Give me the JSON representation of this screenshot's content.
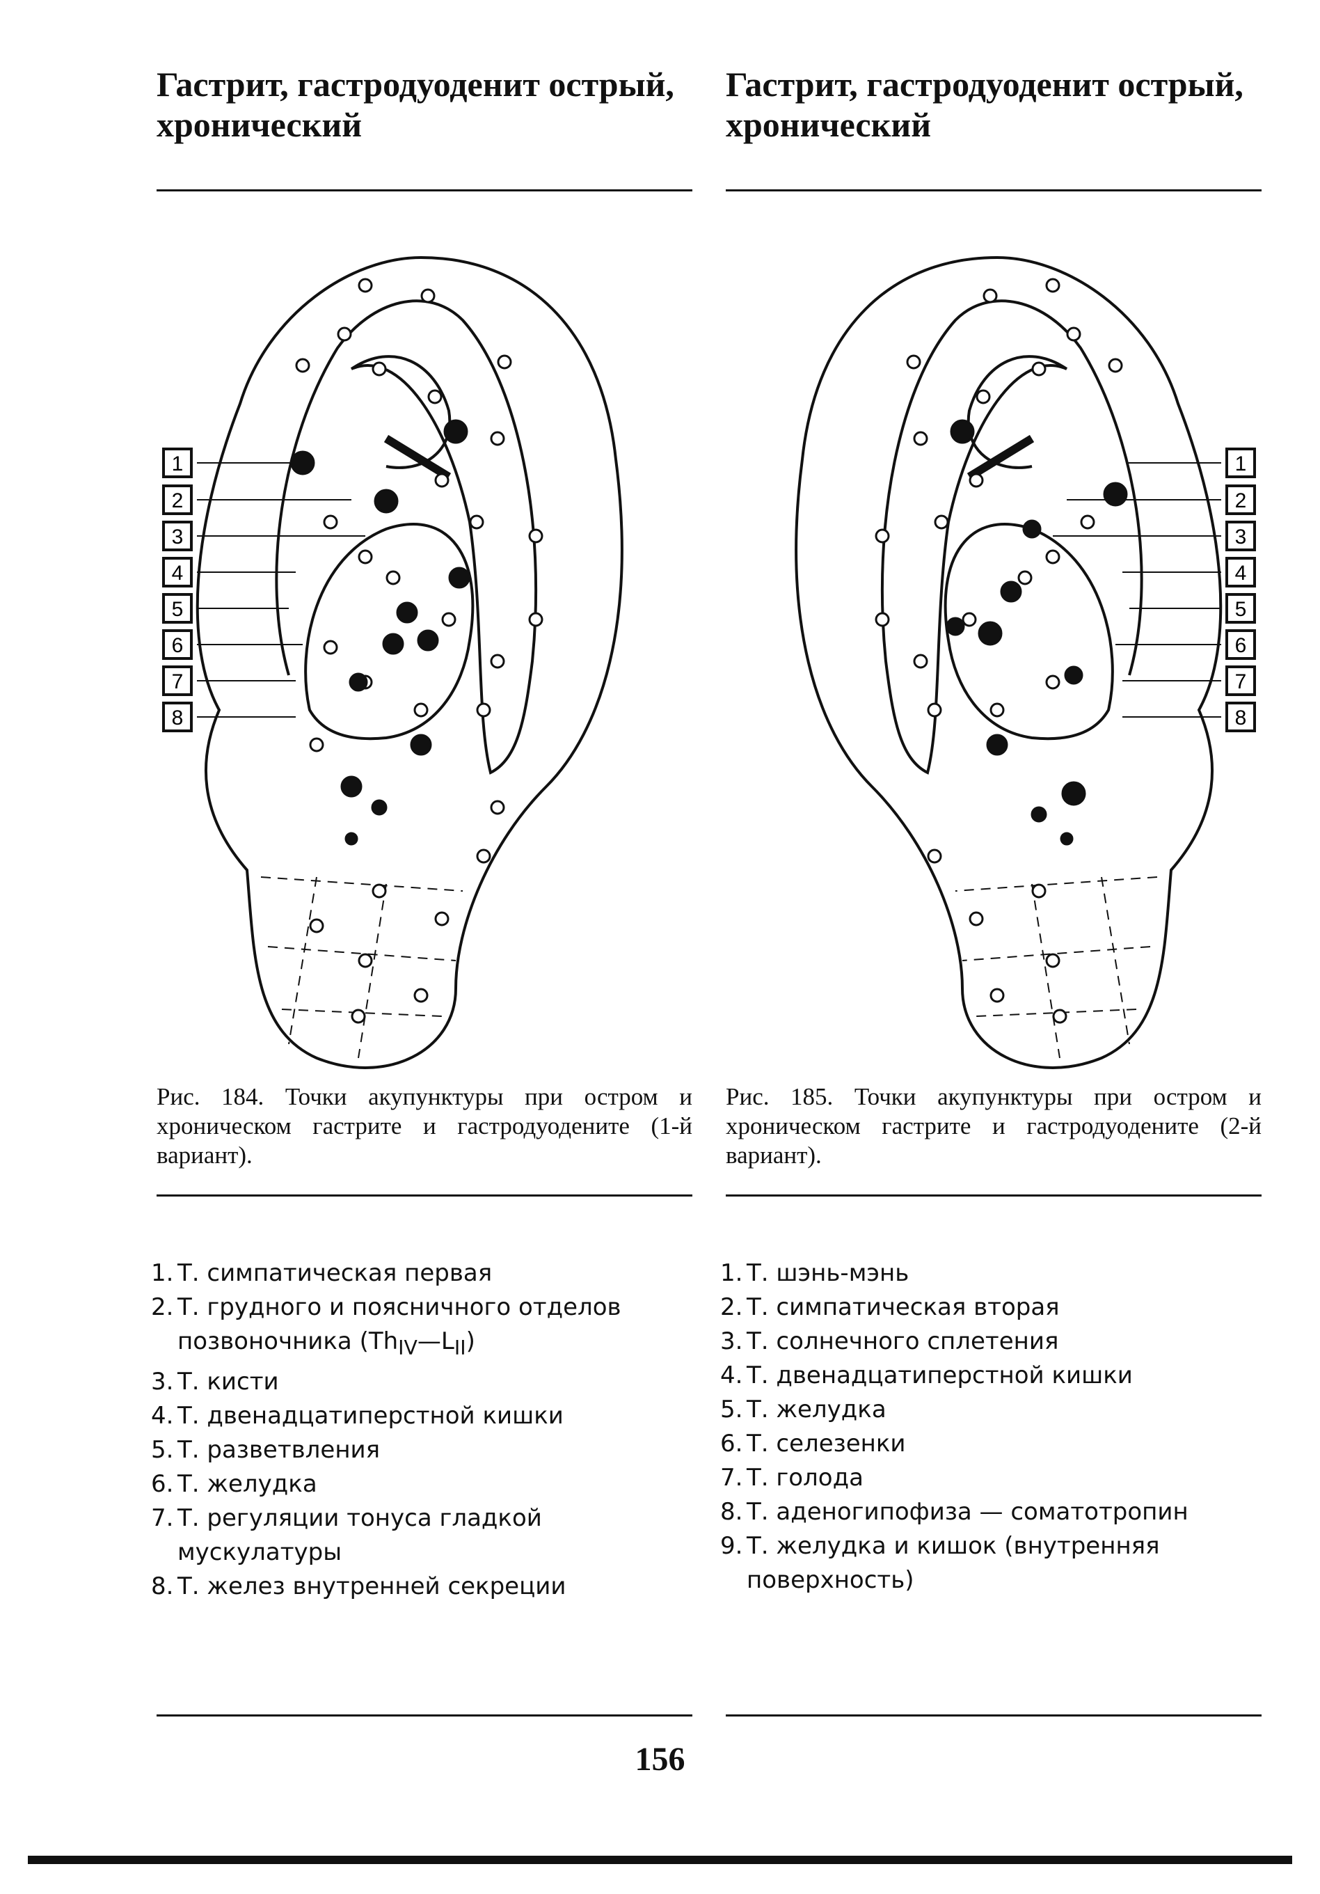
{
  "left": {
    "heading": "Гастрит, гастродуоденит острый, хронический",
    "figure_label": "Рис. 184.",
    "caption": "Точки акупунктуры при остром и хроническом гастрите и гастродуодените (1-й вариант).",
    "markers": [
      "1",
      "2",
      "3",
      "4",
      "5",
      "6",
      "7",
      "8"
    ],
    "legend": [
      {
        "num": "1.",
        "text": "Т. симпатическая первая"
      },
      {
        "num": "2.",
        "text": "Т. грудного и поясничного отделов позвоночника (Th",
        "sub1": "IV",
        "mid": "—L",
        "sub2": "II",
        "end": ")"
      },
      {
        "num": "3.",
        "text": "Т. кисти"
      },
      {
        "num": "4.",
        "text": "Т. двенадцатиперстной кишки"
      },
      {
        "num": "5.",
        "text": "Т. разветвления"
      },
      {
        "num": "6.",
        "text": "Т. желудка"
      },
      {
        "num": "7.",
        "text": "Т. регуляции тонуса гладкой мускулатуры"
      },
      {
        "num": "8.",
        "text": "Т. желез внутренней секреции"
      }
    ]
  },
  "right": {
    "heading": "Гастрит, гастродуоденит острый, хронический",
    "figure_label": "Рис. 185.",
    "caption": "Точки акупунктуры при остром и хроническом гастрите и гастродуодените (2-й вариант).",
    "markers": [
      "1",
      "2",
      "3",
      "4",
      "5",
      "6",
      "7",
      "8"
    ],
    "legend": [
      {
        "num": "1.",
        "text": "Т. шэнь-мэнь"
      },
      {
        "num": "2.",
        "text": "Т. симпатическая вторая"
      },
      {
        "num": "3.",
        "text": "Т. солнечного сплетения"
      },
      {
        "num": "4.",
        "text": "Т. двенадцатиперстной кишки"
      },
      {
        "num": "5.",
        "text": "Т. желудка"
      },
      {
        "num": "6.",
        "text": "Т. селезенки"
      },
      {
        "num": "7.",
        "text": "Т. голода"
      },
      {
        "num": "8.",
        "text": "Т. аденогипофиза — соматотропин"
      },
      {
        "num": "9.",
        "text": "Т. желудка и кишок (внутренняя поверхность)"
      }
    ]
  },
  "page_number": "156",
  "colors": {
    "ink": "#111111",
    "paper": "#ffffff"
  }
}
